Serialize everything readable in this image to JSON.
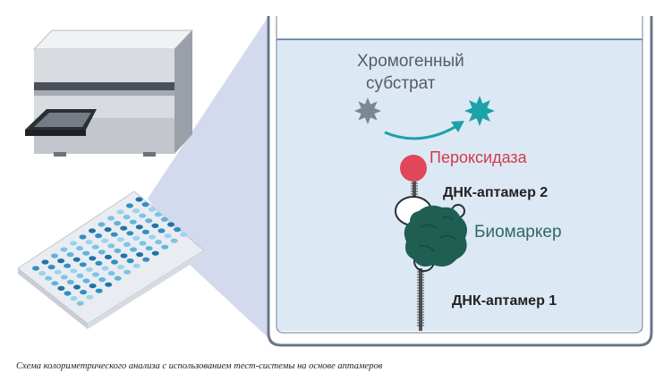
{
  "labels": {
    "substrate_line1": "Хромогенный",
    "substrate_line2": "субстрат",
    "peroxidase": "Пероксидаза",
    "aptamer2": "ДНК-аптамер 2",
    "biomarker": "Биомаркер",
    "aptamer1": "ДНК-аптамер 1"
  },
  "caption": "Схема колориметрического анализа с использованием тест-системы на основе аптамеров",
  "colors": {
    "well_liquid": "#dde8f5",
    "well_border": "#6a7688",
    "peroxidase": "#e0485a",
    "biomarker": "#1f5f52",
    "substrate_gray": "#7c8694",
    "substrate_teal": "#1aa2a8",
    "projection": "#c9d1ea"
  },
  "icons": [
    "plate-reader-icon",
    "microplate-icon",
    "star-substrate-icon",
    "star-product-icon"
  ]
}
